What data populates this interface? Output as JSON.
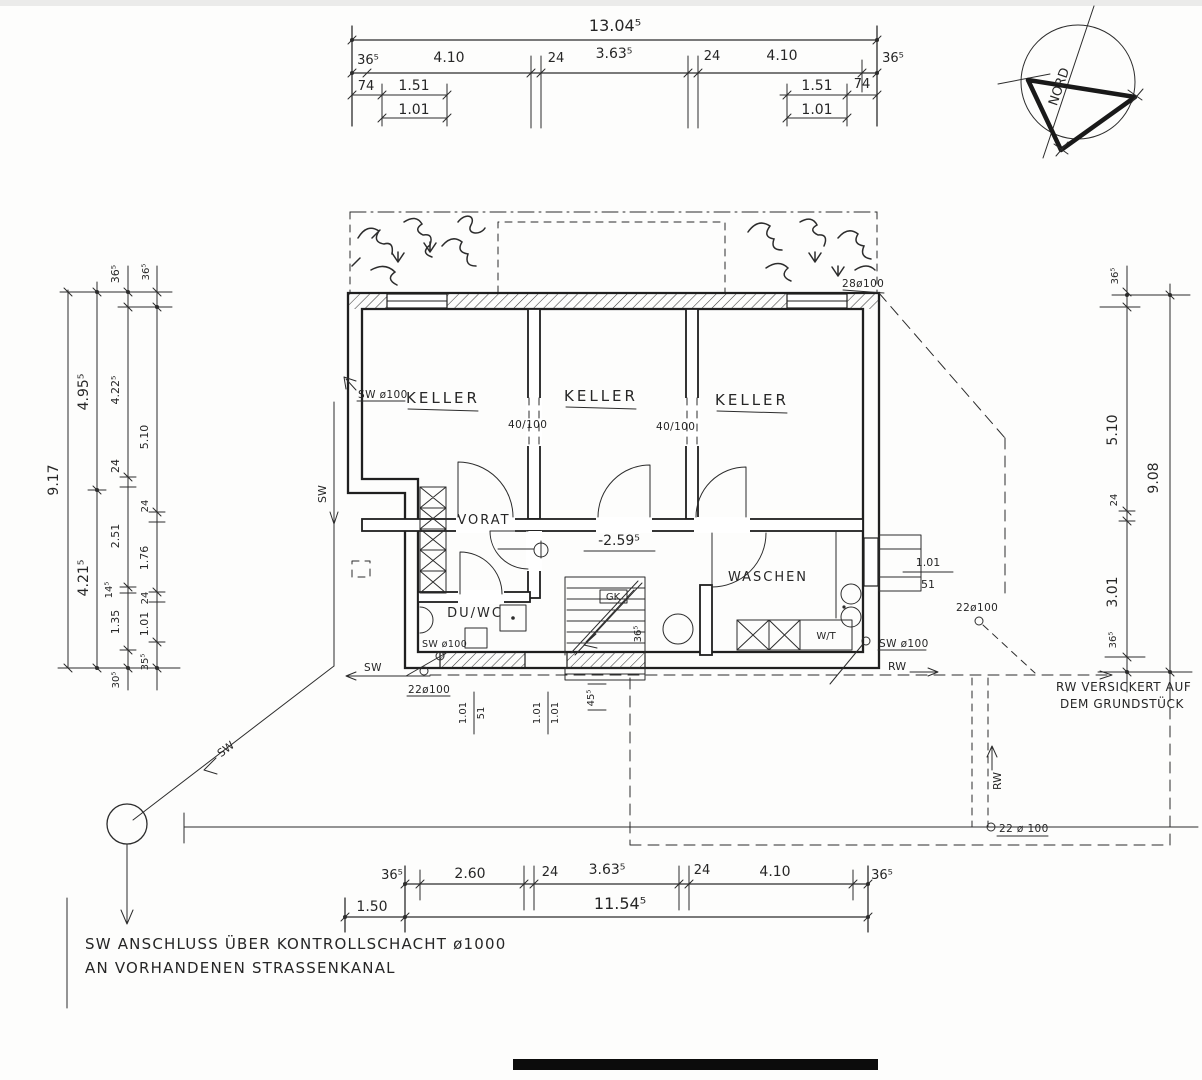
{
  "north": {
    "label": "NORD"
  },
  "dims": {
    "top_total": "13.04⁵",
    "top_segs": [
      "36⁵",
      "4.10",
      "24",
      "3.63⁵",
      "24",
      "4.10",
      "36⁵"
    ],
    "top_sub_left": [
      "74",
      "1.51",
      "1.01"
    ],
    "top_sub_right": [
      "1.51",
      "74",
      "1.01"
    ],
    "left_total": "9.17",
    "left_a": [
      "4.95⁵",
      "4.21⁵"
    ],
    "left_b": [
      "36⁵",
      "4.22⁵",
      "24",
      "2.51",
      "14⁵",
      "1.35",
      "30⁵"
    ],
    "left_c": [
      "36⁵",
      "5.10",
      "24",
      "1.76",
      "24",
      "1.01",
      "35⁵"
    ],
    "right_total": "9.08",
    "right_chain": [
      "36⁵",
      "5.10",
      "24",
      "3.01",
      "36⁵"
    ],
    "bottom_total": "11.54⁵",
    "bottom_left_ext": "1.50",
    "bottom_segs": [
      "36⁵",
      "2.60",
      "24",
      "3.63⁵",
      "24",
      "4.10",
      "36⁵"
    ],
    "level_mark": "-2.59⁵",
    "stair_width": "45⁵",
    "stair_wall": "36⁵",
    "window_left": {
      "w": "1.01",
      "s": "51"
    },
    "window_mid": {
      "w": "1.01",
      "s": "1.01"
    },
    "window_right": {
      "w": "1.01",
      "s": "51"
    },
    "openings": [
      "40/100",
      "40/100"
    ]
  },
  "rooms": {
    "keller1": "KELLER",
    "keller2": "KELLER",
    "keller3": "KELLER",
    "vorrat": "VORAT",
    "duwc": "DU/WC",
    "waschen": "WASCHEN"
  },
  "labels": {
    "gk": "GK",
    "wt": "W/T",
    "sw100_keller": "SW ø100",
    "sw100_duwc": "SW ø100",
    "sw100_waschen": "SW ø100",
    "p28_top": "28ø100",
    "p22_right": "22ø100",
    "p22_left": "22ø100",
    "p22_bottom": "22 ø 100",
    "sw_line_h": "SW",
    "sw_line_v": "SW",
    "sw_line_diag": "SW",
    "rw_flow": "RW",
    "rw_riser": "RW"
  },
  "notes": {
    "sw1": "SW ANSCHLUSS ÜBER KONTROLLSCHACHT ø1000",
    "sw2": "AN VORHANDENEN STRASSENKANAL",
    "rw1": "RW VERSICKERT AUF",
    "rw2": "DEM GRUNDSTÜCK"
  },
  "colors": {
    "ink": "#2c2c2c",
    "paper": "#fdfdfc"
  }
}
